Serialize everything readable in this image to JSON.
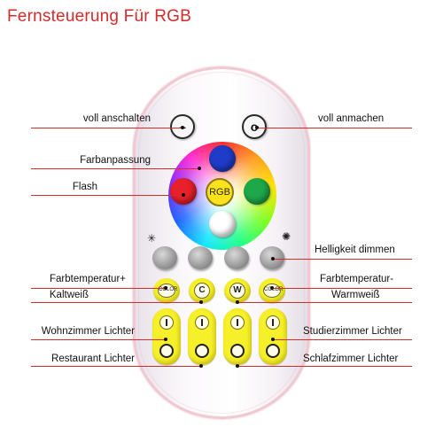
{
  "title": "Fernsteuerung Für RGB",
  "remote": {
    "off_button_symbol": "–",
    "on_button_symbol": "o",
    "center_label": "RGB",
    "color_badge": "COLOR",
    "cold_letter": "C",
    "warm_letter": "W"
  },
  "labels": {
    "voll_anschalten": "voll anschalten",
    "voll_anmachen": "voll anmachen",
    "farbanpassung": "Farbanpassung",
    "flash": "Flash",
    "helligkeit_dimmen": "Helligkeit dimmen",
    "farbtemperatur_plus": "Farbtemperatur+",
    "farbtemperatur_minus": "Farbtemperatur-",
    "kaltweiss": "Kaltweiß",
    "warmweiss": "Warmweiß",
    "wohnzimmer": "Wohnzimmer Lichter",
    "studierzimmer": "Studierzimmer Lichter",
    "restaurant": "Restaurant Lichter",
    "schlafzimmer": "Schlafzimmer Lichter"
  },
  "colors": {
    "accent_red": "#d42b2b",
    "button_yellow": "#f6f02a",
    "wheel_red": "#e8202a",
    "wheel_green": "#1fa84a",
    "wheel_blue": "#1e3cc8",
    "wheel_white": "#ffffff"
  },
  "icons": [
    "sun-icon",
    "sun-icon"
  ]
}
